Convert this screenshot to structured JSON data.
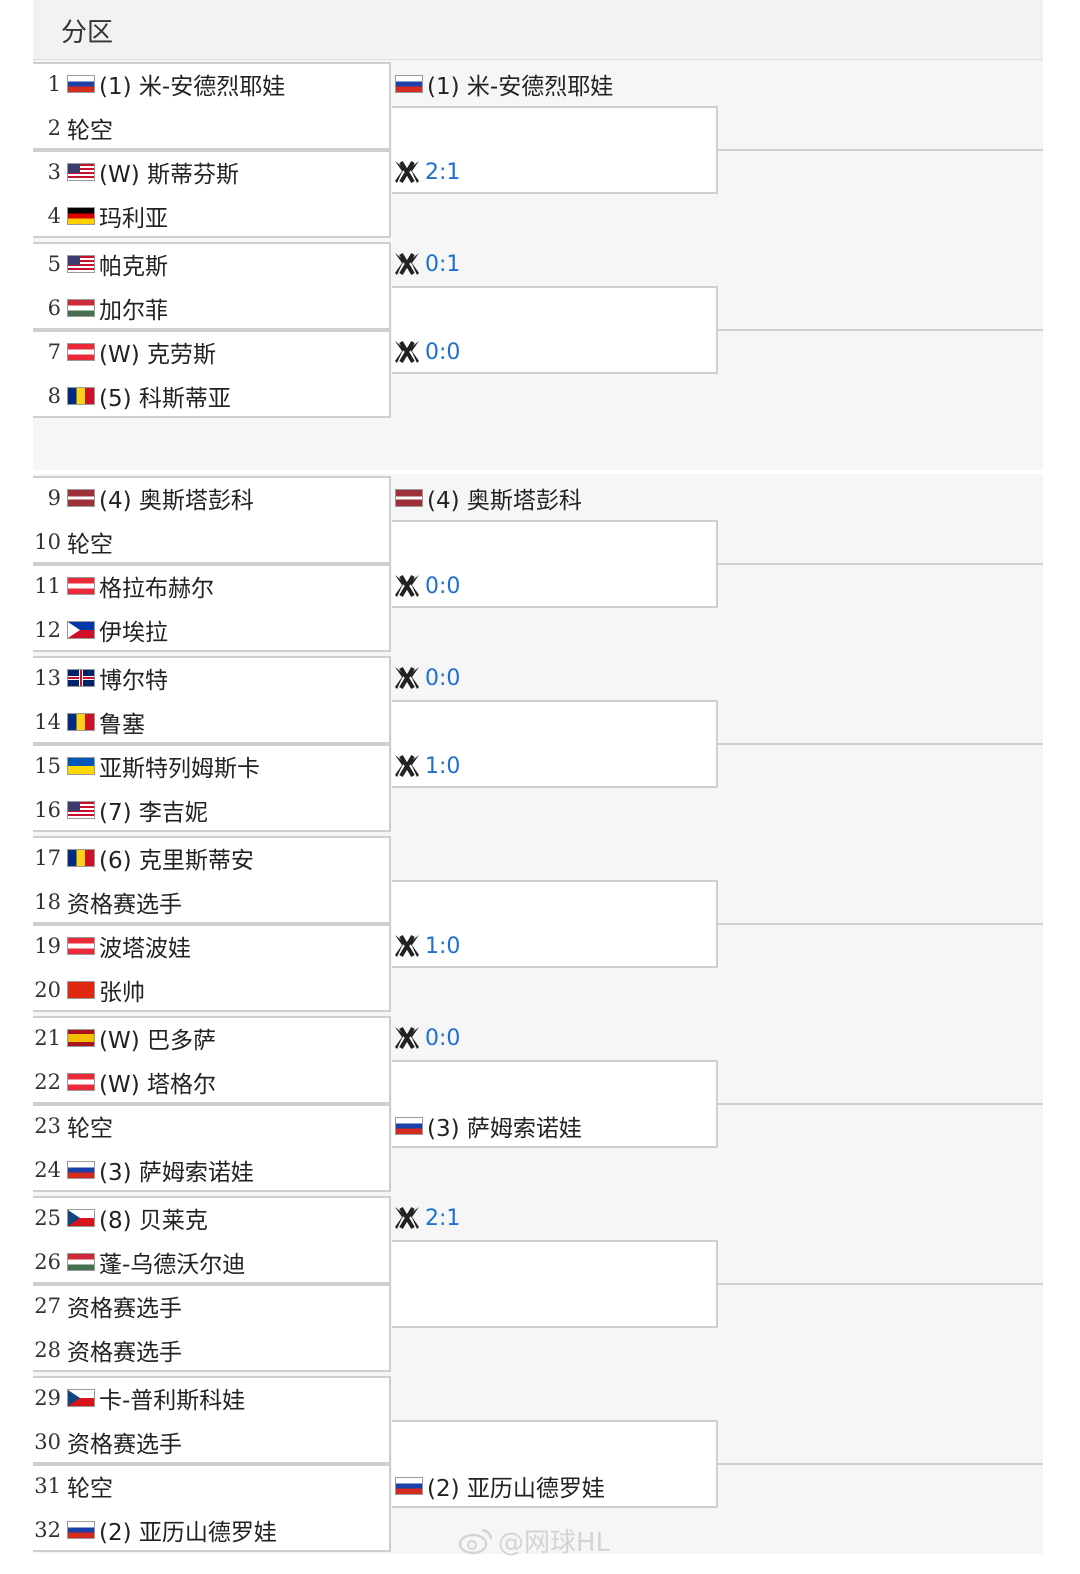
{
  "header": {
    "title": "分区"
  },
  "blocks": [
    {
      "rows": [
        {
          "num": "1",
          "flag": "RUS",
          "name": "(1) 米-安德烈耶娃"
        },
        {
          "num": "2",
          "flag": "",
          "name": "轮空"
        },
        {
          "num": "3",
          "flag": "USA",
          "name": "(W) 斯蒂芬斯"
        },
        {
          "num": "4",
          "flag": "GER",
          "name": "玛利亚"
        }
      ],
      "top": {
        "type": "player",
        "flag": "RUS",
        "name": "(1) 米-安德烈耶娃"
      },
      "bottom": {
        "type": "score",
        "score": "2:1"
      }
    },
    {
      "rows": [
        {
          "num": "5",
          "flag": "USA",
          "name": "帕克斯"
        },
        {
          "num": "6",
          "flag": "HUN",
          "name": "加尔菲"
        },
        {
          "num": "7",
          "flag": "AUT",
          "name": "(W) 克劳斯"
        },
        {
          "num": "8",
          "flag": "ROU",
          "name": "(5) 科斯蒂亚"
        }
      ],
      "top": {
        "type": "score",
        "score": "0:1"
      },
      "bottom": {
        "type": "score",
        "score": "0:0"
      }
    },
    {
      "rows": [
        {
          "num": "9",
          "flag": "LAT",
          "name": "(4) 奥斯塔彭科"
        },
        {
          "num": "10",
          "flag": "",
          "name": "轮空"
        },
        {
          "num": "11",
          "flag": "AUT",
          "name": "格拉布赫尔"
        },
        {
          "num": "12",
          "flag": "PHI",
          "name": "伊埃拉"
        }
      ],
      "top": {
        "type": "player",
        "flag": "LAT",
        "name": "(4) 奥斯塔彭科"
      },
      "bottom": {
        "type": "score",
        "score": "0:0"
      }
    },
    {
      "rows": [
        {
          "num": "13",
          "flag": "GBR",
          "name": "博尔特"
        },
        {
          "num": "14",
          "flag": "ROU",
          "name": "鲁塞"
        },
        {
          "num": "15",
          "flag": "UKR",
          "name": "亚斯特列姆斯卡"
        },
        {
          "num": "16",
          "flag": "USA",
          "name": "(7) 李吉妮"
        }
      ],
      "top": {
        "type": "score",
        "score": "0:0"
      },
      "bottom": {
        "type": "score",
        "score": "1:0"
      }
    },
    {
      "rows": [
        {
          "num": "17",
          "flag": "ROU",
          "name": "(6) 克里斯蒂安"
        },
        {
          "num": "18",
          "flag": "",
          "name": "资格赛选手"
        },
        {
          "num": "19",
          "flag": "AUT",
          "name": "波塔波娃"
        },
        {
          "num": "20",
          "flag": "CHN",
          "name": "张帅"
        }
      ],
      "top": {
        "type": "empty"
      },
      "bottom": {
        "type": "score",
        "score": "1:0"
      }
    },
    {
      "rows": [
        {
          "num": "21",
          "flag": "ESP",
          "name": "(W) 巴多萨"
        },
        {
          "num": "22",
          "flag": "AUT",
          "name": "(W) 塔格尔"
        },
        {
          "num": "23",
          "flag": "",
          "name": "轮空"
        },
        {
          "num": "24",
          "flag": "RUS",
          "name": "(3) 萨姆索诺娃"
        }
      ],
      "top": {
        "type": "score",
        "score": "0:0"
      },
      "bottom": {
        "type": "player",
        "flag": "RUS",
        "name": "(3) 萨姆索诺娃"
      }
    },
    {
      "rows": [
        {
          "num": "25",
          "flag": "CZE",
          "name": "(8) 贝莱克"
        },
        {
          "num": "26",
          "flag": "HUN",
          "name": "蓬-乌德沃尔迪"
        },
        {
          "num": "27",
          "flag": "",
          "name": "资格赛选手"
        },
        {
          "num": "28",
          "flag": "",
          "name": "资格赛选手"
        }
      ],
      "top": {
        "type": "score",
        "score": "2:1"
      },
      "bottom": {
        "type": "empty"
      }
    },
    {
      "rows": [
        {
          "num": "29",
          "flag": "CZE",
          "name": "卡-普利斯科娃"
        },
        {
          "num": "30",
          "flag": "",
          "name": "资格赛选手"
        },
        {
          "num": "31",
          "flag": "",
          "name": "轮空"
        },
        {
          "num": "32",
          "flag": "RUS",
          "name": "(2) 亚历山德罗娃"
        }
      ],
      "top": {
        "type": "empty"
      },
      "bottom": {
        "type": "player",
        "flag": "RUS",
        "name": "(2) 亚历山德罗娃"
      }
    }
  ],
  "watermark": "@网球HL"
}
